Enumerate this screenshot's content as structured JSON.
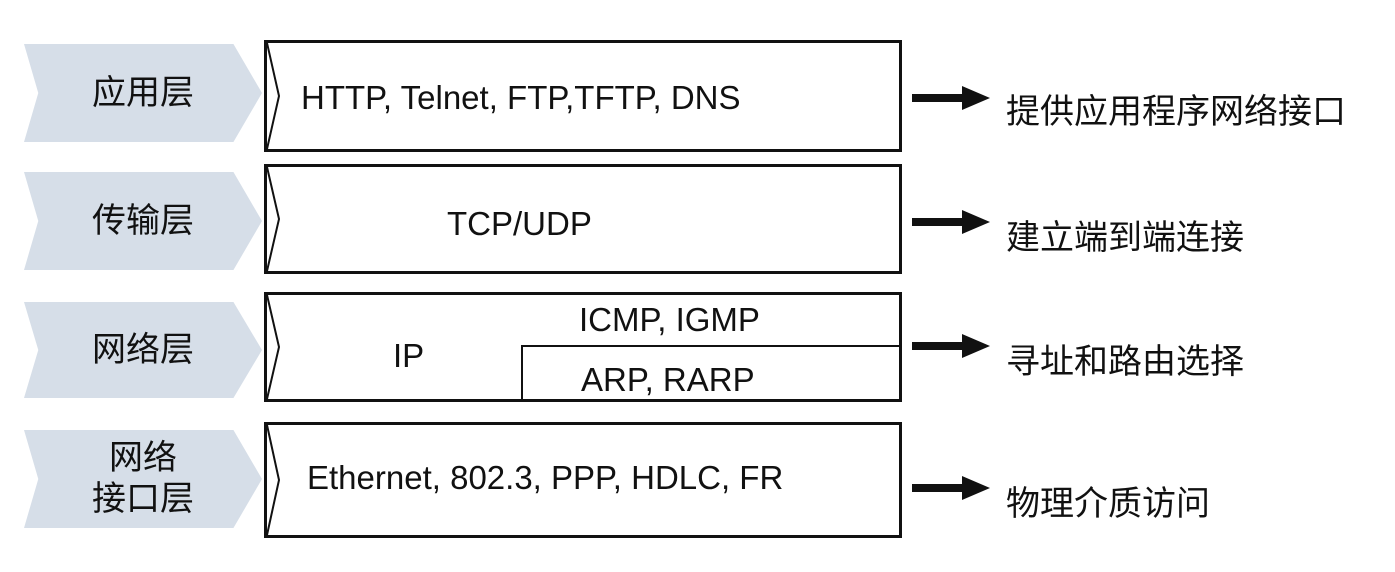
{
  "layers": [
    {
      "name": "应用层",
      "protocols": "HTTP, Telnet, FTP,TFTP, DNS",
      "function": "提供应用程序网络接口"
    },
    {
      "name": "传输层",
      "protocols": "TCP/UDP",
      "function": "建立端到端连接"
    },
    {
      "name": "网络层",
      "protocols_main": "IP",
      "protocols_upper": "ICMP, IGMP",
      "protocols_lower": "ARP, RARP",
      "function": "寻址和路由选择"
    },
    {
      "name_line1": "网络",
      "name_line2": "接口层",
      "protocols": "Ethernet, 802.3, PPP, HDLC, FR",
      "function": "物理介质访问"
    }
  ],
  "colors": {
    "tag_fill": "#d6dee8",
    "border": "#111111"
  }
}
